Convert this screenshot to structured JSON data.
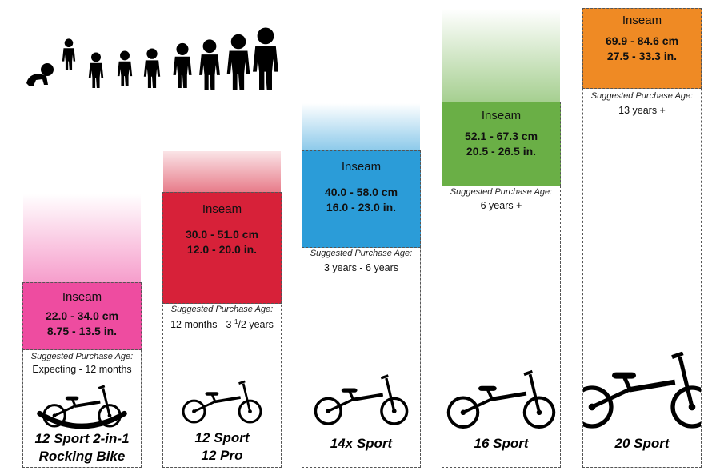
{
  "chart_data": {
    "type": "table",
    "title": "",
    "columns": [
      {
        "model": "12 Sport 2-in-1",
        "model_line2": "Rocking Bike",
        "inseam_label": "Inseam",
        "inseam_cm": "22.0 - 34.0 cm",
        "inseam_in": "8.75 - 13.5 in.",
        "age_label": "Suggested Purchase Age:",
        "age": "Expecting - 12 months",
        "color": "#ee4ca0"
      },
      {
        "model": "12 Sport",
        "model_line2": "12 Pro",
        "inseam_label": "Inseam",
        "inseam_cm": "30.0 - 51.0 cm",
        "inseam_in": "12.0 - 20.0 in.",
        "age_label": "Suggested Purchase Age:",
        "age": "12 months - 3 ",
        "age_sup": "1",
        "age_rest": "/2 years",
        "color": "#d72139"
      },
      {
        "model": "14x Sport",
        "model_line2": "",
        "inseam_label": "Inseam",
        "inseam_cm": "40.0 - 58.0 cm",
        "inseam_in": "16.0 - 23.0 in.",
        "age_label": "Suggested Purchase Age:",
        "age": "3 years - 6 years",
        "color": "#2b9cd8"
      },
      {
        "model": "16 Sport",
        "model_line2": "",
        "inseam_label": "Inseam",
        "inseam_cm": "52.1 - 67.3 cm",
        "inseam_in": "20.5 - 26.5 in.",
        "age_label": "Suggested Purchase Age:",
        "age": "6 years +",
        "color": "#6aaf46"
      },
      {
        "model": "20 Sport",
        "model_line2": "",
        "inseam_label": "Inseam",
        "inseam_cm": "69.9 - 84.6 cm",
        "inseam_in": "27.5 - 33.3 in.",
        "age_label": "Suggested Purchase Age:",
        "age": "13 years +",
        "color": "#ef8a24"
      }
    ]
  },
  "icons": {
    "kids": "child-growth-silhouettes-icon",
    "bike": "balance-bike-icon"
  }
}
